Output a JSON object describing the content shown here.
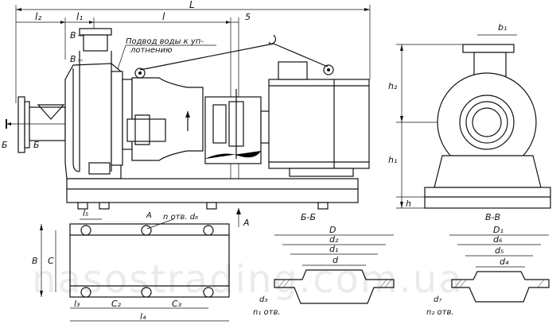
{
  "labels": {
    "L": "L",
    "l2": "l₂",
    "l1": "l₁",
    "l": "l",
    "five": "5",
    "B_top": "В",
    "B_mid": "В",
    "B_side1": "Б",
    "B_side2": "Б",
    "A_arrow": "А",
    "seal_note_1": "Подвод воды к уп-",
    "seal_note_2": "лотнению",
    "l5": "l₅",
    "A_small": "А",
    "holes": "n отв. d₈",
    "B_dim": "В",
    "C_dim": "С",
    "l3": "l₃",
    "C2": "С₂",
    "C3": "С₃",
    "l4": "l₄",
    "section_bb": "Б-Б",
    "D": "D",
    "d2": "d₂",
    "d1": "d₁",
    "d": "d",
    "d3": "d₃",
    "n1": "n₁ отв.",
    "section_vv": "В-В",
    "D1": "D₁",
    "d6": "d₆",
    "d5": "d₅",
    "d4": "d₄",
    "d7": "d₇",
    "n2": "n₂ отв.",
    "b1": "b₁",
    "h2": "h₂",
    "h1": "h₁",
    "h": "h"
  },
  "watermark": "nasostrading.com.ua"
}
